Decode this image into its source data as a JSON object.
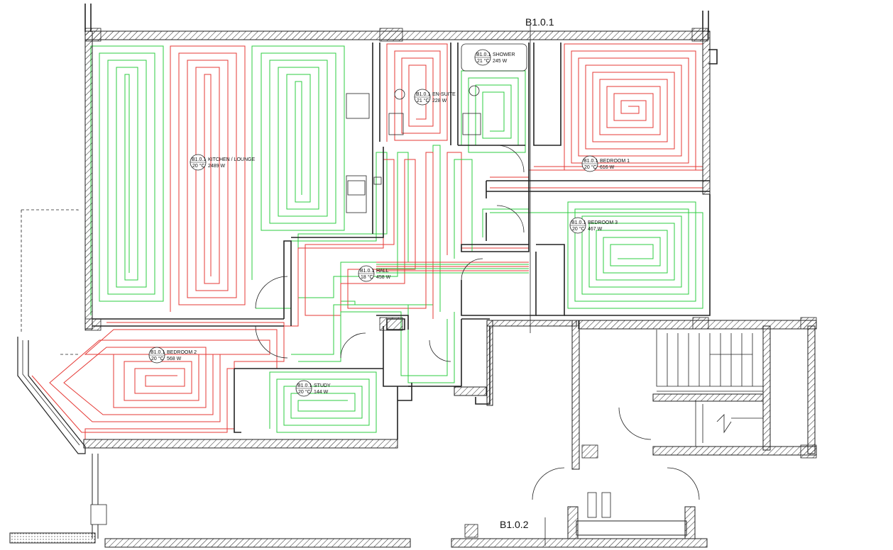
{
  "section_markers": {
    "top": "B1.0.1",
    "bottom": "B1.0.2"
  },
  "rooms": [
    {
      "id": "kitchen-lounge",
      "ref": "B1.0.1",
      "name": "KITCHEN / LOUNGE",
      "temp": "20 °C",
      "power": "2489 W"
    },
    {
      "id": "ensuite",
      "ref": "B1.0.1",
      "name": "EN-SUITE",
      "temp": "21 °C",
      "power": "228 W"
    },
    {
      "id": "shower",
      "ref": "B1.0.1",
      "name": "SHOWER",
      "temp": "21 °C",
      "power": "245 W"
    },
    {
      "id": "bedroom1",
      "ref": "B1.0.1",
      "name": "BEDROOM 1",
      "temp": "20 °C",
      "power": "616 W"
    },
    {
      "id": "bedroom3",
      "ref": "B1.0.1",
      "name": "BEDROOM 3",
      "temp": "20 °C",
      "power": "467 W"
    },
    {
      "id": "hall",
      "ref": "B1.0.1",
      "name": "HALL",
      "temp": "18 °C",
      "power": "458 W"
    },
    {
      "id": "bedroom2",
      "ref": "B1.0.1",
      "name": "BEDROOM 2",
      "temp": "20 °C",
      "power": "568 W"
    },
    {
      "id": "study",
      "ref": "B1.0.1",
      "name": "STUDY",
      "temp": "20 °C",
      "power": "144 W"
    }
  ],
  "colors": {
    "flow": "#e53935",
    "return": "#2ecc40",
    "wall": "#222222"
  }
}
